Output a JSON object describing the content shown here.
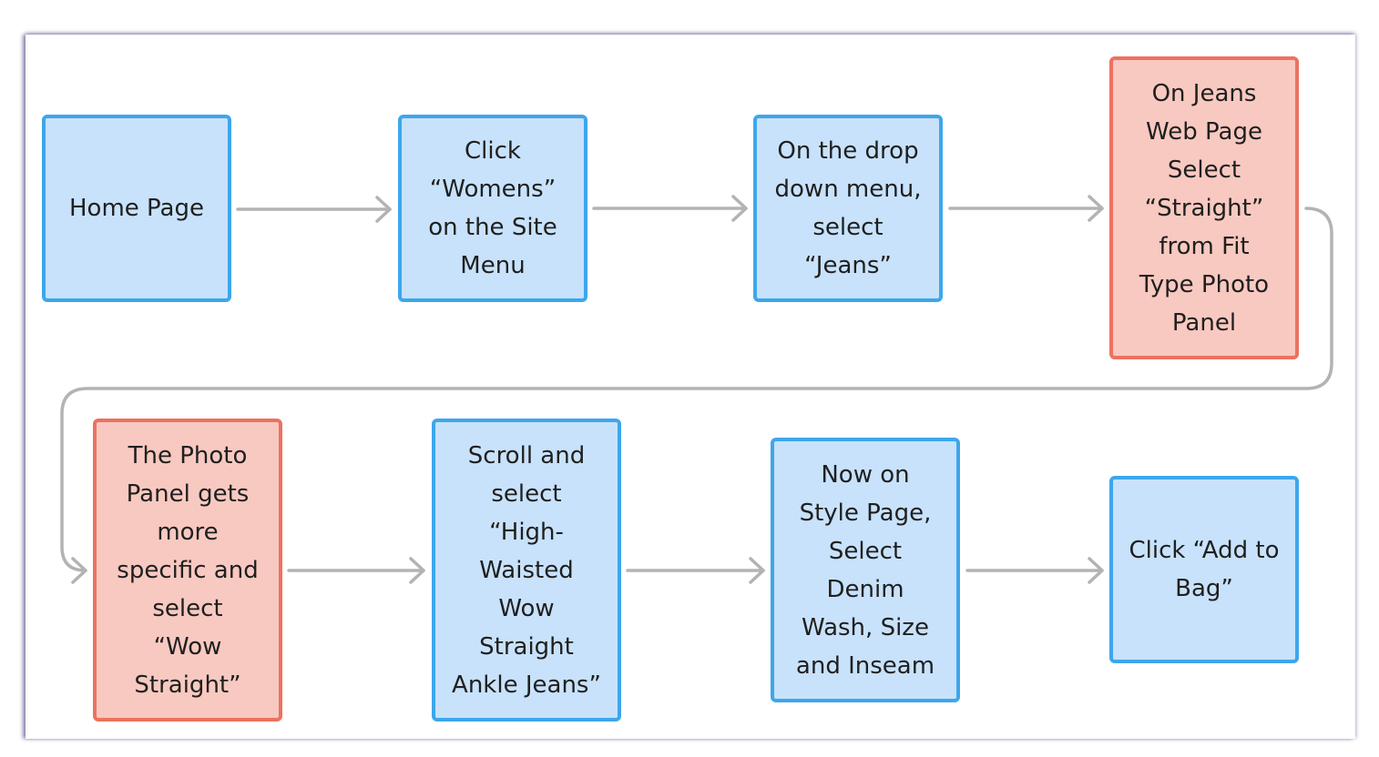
{
  "colors": {
    "blue_fill": "#c8e2fb",
    "blue_border": "#3ea6ec",
    "red_fill": "#f8c9c0",
    "red_border": "#ec7260",
    "connector": "#b3b3b3"
  },
  "nodes": [
    {
      "id": "n1",
      "label": "Home Page",
      "style": "blue"
    },
    {
      "id": "n2",
      "label": "Click\n“Womens”\non the Site\nMenu",
      "style": "blue"
    },
    {
      "id": "n3",
      "label": "On the drop\ndown menu,\nselect\n“Jeans”",
      "style": "blue"
    },
    {
      "id": "n4",
      "label": "On Jeans\nWeb Page\nSelect\n“Straight”\nfrom Fit\nType Photo\nPanel",
      "style": "red"
    },
    {
      "id": "n5",
      "label": "The Photo\nPanel gets\nmore\nspecific and\nselect\n“Wow\nStraight”",
      "style": "red"
    },
    {
      "id": "n6",
      "label": "Scroll and\nselect\n“High-\nWaisted\nWow\nStraight\nAnkle Jeans”",
      "style": "blue"
    },
    {
      "id": "n7",
      "label": "Now on\nStyle Page,\nSelect\nDenim\nWash, Size\nand Inseam",
      "style": "blue"
    },
    {
      "id": "n8",
      "label": "Click “Add to\nBag”",
      "style": "blue"
    }
  ],
  "edges": [
    {
      "from": "n1",
      "to": "n2"
    },
    {
      "from": "n2",
      "to": "n3"
    },
    {
      "from": "n3",
      "to": "n4"
    },
    {
      "from": "n4",
      "to": "n5"
    },
    {
      "from": "n5",
      "to": "n6"
    },
    {
      "from": "n6",
      "to": "n7"
    },
    {
      "from": "n7",
      "to": "n8"
    }
  ]
}
